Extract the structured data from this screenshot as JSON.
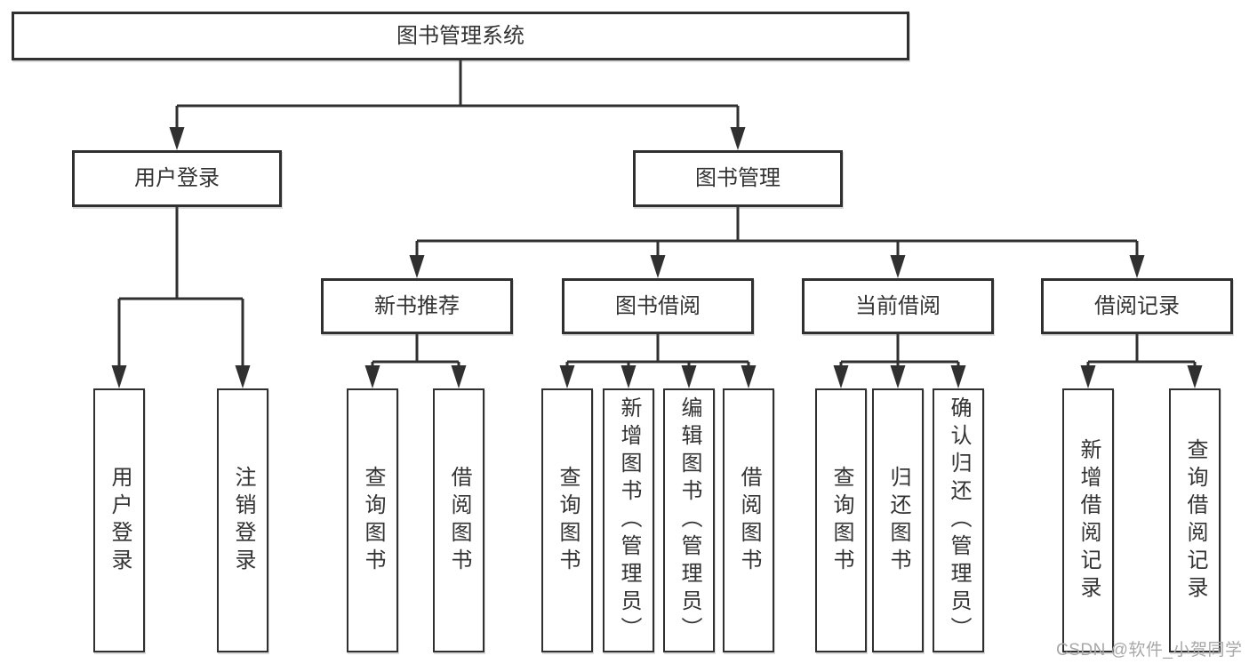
{
  "diagram": {
    "root": {
      "label": "图书管理系统"
    },
    "branches": [
      {
        "label": "用户登录",
        "children": [
          {
            "label": "用户登录"
          },
          {
            "label": "注销登录"
          }
        ]
      },
      {
        "label": "图书管理",
        "children": [
          {
            "label": "新书推荐",
            "children": [
              {
                "label": "查询图书"
              },
              {
                "label": "借阅图书"
              }
            ]
          },
          {
            "label": "图书借阅",
            "children": [
              {
                "label": "查询图书"
              },
              {
                "label": "新增图书（管理员）"
              },
              {
                "label": "编辑图书（管理员）"
              },
              {
                "label": "借阅图书"
              }
            ]
          },
          {
            "label": "当前借阅",
            "children": [
              {
                "label": "查询图书"
              },
              {
                "label": "归还图书"
              },
              {
                "label": "确认归还（管理员）"
              }
            ]
          },
          {
            "label": "借阅记录",
            "children": [
              {
                "label": "新增借阅记录"
              },
              {
                "label": "查询借阅记录"
              }
            ]
          }
        ]
      }
    ]
  },
  "watermark": {
    "text": "CSDN @软件_小贺同学"
  },
  "colors": {
    "line": "#303030",
    "text": "#333333",
    "watermark": "#a8a8a8",
    "background": "#ffffff"
  }
}
